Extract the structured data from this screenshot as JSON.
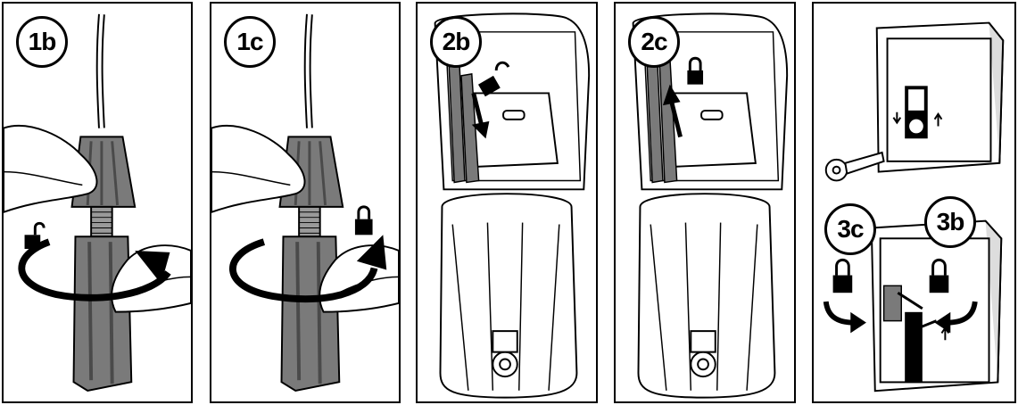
{
  "steps": {
    "p1": "1b",
    "p2": "1c",
    "p3": "2b",
    "p4": "2c",
    "p5a": "3c",
    "p5b": "3b"
  },
  "icons": {
    "lock_open": "padlock-open-icon",
    "lock_closed": "padlock-closed-icon",
    "rotate": "rotate-arrow-icon",
    "push": "down-arrow-icon",
    "pull": "up-arrow-icon",
    "key": "key-icon"
  },
  "colors": {
    "ink": "#000000",
    "grey_part": "#7a7a7a",
    "dark_part": "#4a4a4a",
    "paper": "#ffffff"
  }
}
